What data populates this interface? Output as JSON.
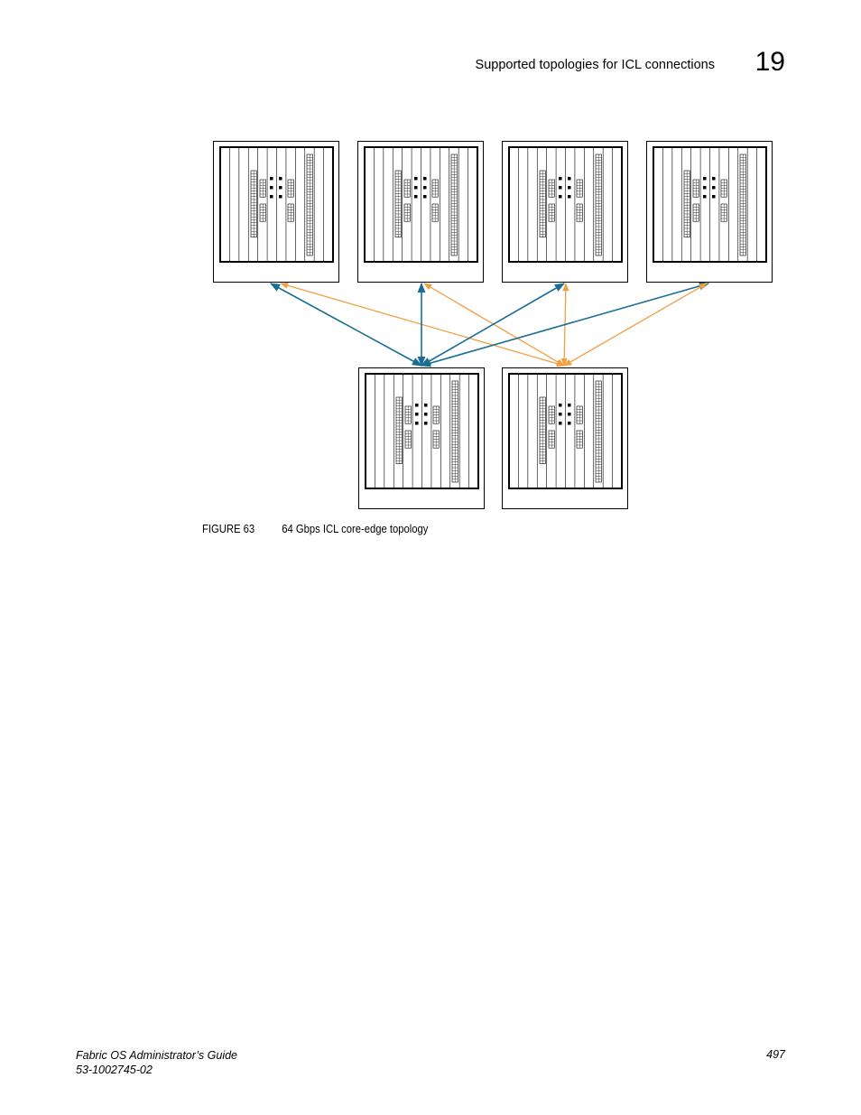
{
  "header": {
    "section_title": "Supported topologies for ICL connections",
    "chapter_number": "19"
  },
  "figure": {
    "label": "FIGURE 63",
    "caption": "64 Gbps ICL core-edge topology",
    "nodes": [
      {
        "id": "edge-1",
        "role": "edge"
      },
      {
        "id": "edge-2",
        "role": "edge"
      },
      {
        "id": "edge-3",
        "role": "edge"
      },
      {
        "id": "edge-4",
        "role": "edge"
      },
      {
        "id": "core-1",
        "role": "core"
      },
      {
        "id": "core-2",
        "role": "core"
      }
    ],
    "links": [
      {
        "from": "edge-1",
        "to": "core-1",
        "color": "blue"
      },
      {
        "from": "edge-1",
        "to": "core-2",
        "color": "orange"
      },
      {
        "from": "edge-2",
        "to": "core-1",
        "color": "blue"
      },
      {
        "from": "edge-2",
        "to": "core-2",
        "color": "orange"
      },
      {
        "from": "edge-3",
        "to": "core-1",
        "color": "blue"
      },
      {
        "from": "edge-3",
        "to": "core-2",
        "color": "orange"
      },
      {
        "from": "edge-4",
        "to": "core-1",
        "color": "blue"
      },
      {
        "from": "edge-4",
        "to": "core-2",
        "color": "orange"
      }
    ],
    "colors": {
      "blue": "#1a6e93",
      "orange": "#f0a040"
    }
  },
  "footer": {
    "doc_title": "Fabric OS Administrator’s Guide",
    "doc_id": "53-1002745-02",
    "page_number": "497"
  }
}
